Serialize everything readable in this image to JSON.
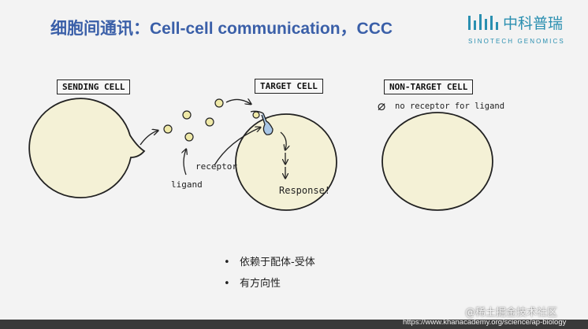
{
  "slide": {
    "title": "细胞间通讯：Cell-cell communication，CCC"
  },
  "logo": {
    "name": "中科普瑞",
    "subtitle": "SINOTECH GENOMICS",
    "color": "#2a8fb0"
  },
  "diagram": {
    "labels": {
      "sending_cell": "SENDING CELL",
      "target_cell": "TARGET CELL",
      "non_target_cell": "NON-TARGET CELL"
    },
    "annotations": {
      "ligand": "ligand",
      "receptor": "receptor",
      "response": "Response!",
      "no_receptor": "no receptor for ligand",
      "empty_set_symbol": "∅"
    },
    "colors": {
      "cell_fill": "#f4f1d6",
      "ligand_fill": "#efe9a8",
      "receptor_fill": "#a9c7e6"
    }
  },
  "bullets": [
    "依赖于配体-受体",
    "有方向性"
  ],
  "footer": {
    "watermark": "@稀土掘金技术社区",
    "source_url": "https://www.khanacademy.org/science/ap-biology"
  }
}
